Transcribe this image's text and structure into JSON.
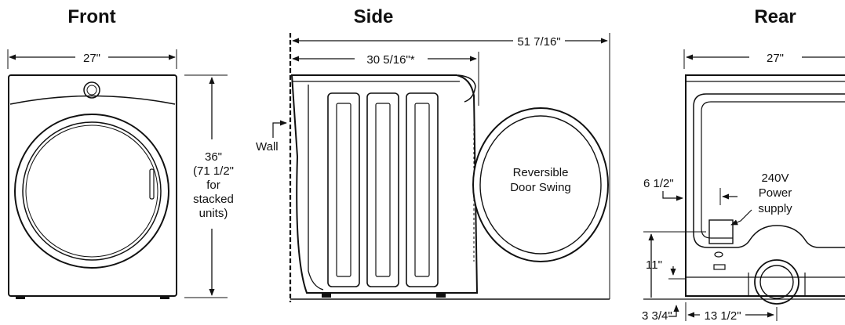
{
  "views": {
    "front": {
      "title": "Front",
      "width": "27\"",
      "height_lines": [
        "36\"",
        "(71 1/2\"",
        "for",
        "stacked",
        "units)"
      ]
    },
    "side": {
      "title": "Side",
      "overall_depth": "51 7/16\"",
      "cabinet_depth": "30 5/16\"*",
      "wall_label": "Wall",
      "door_label_lines": [
        "Reversible",
        "Door Swing"
      ]
    },
    "rear": {
      "title": "Rear",
      "width": "27\"",
      "power_label_lines": [
        "240V",
        "Power",
        "supply"
      ],
      "dims": {
        "power_offset": "6 1/2\"",
        "vent_height": "11\"",
        "floor_clearance": "3 3/4\"",
        "vent_offset": "13 1/2\""
      }
    }
  },
  "colors": {
    "ink": "#111111",
    "background": "#ffffff"
  }
}
